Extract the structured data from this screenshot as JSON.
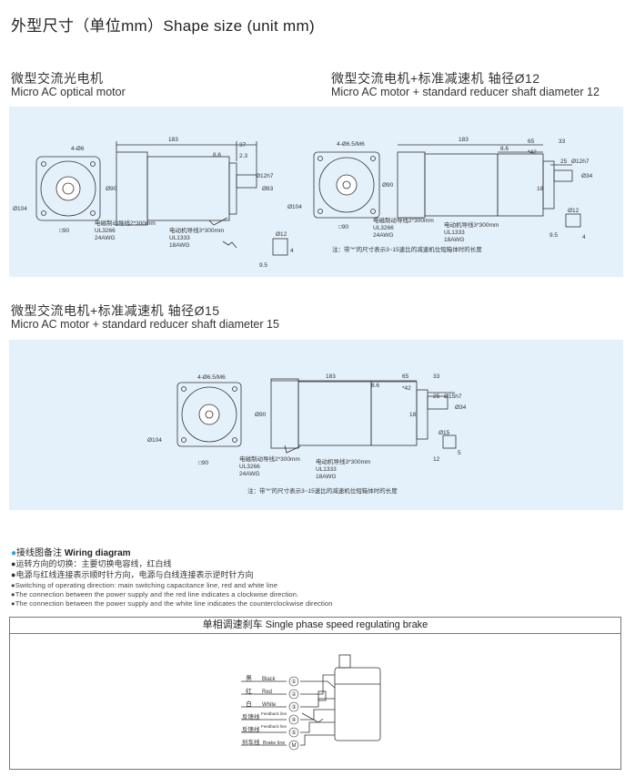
{
  "title": "外型尺寸（单位mm）Shape size (unit mm)",
  "sections": {
    "optical": {
      "cn": "微型交流光电机",
      "en": "Micro AC optical motor"
    },
    "reducer12": {
      "cn": "微型交流电机+标准减速机   轴径Ø12",
      "en": "Micro AC motor + standard reducer shaft diameter 12"
    },
    "reducer15": {
      "cn": "微型交流电机+标准减速机   轴径Ø15",
      "en": "Micro AC motor + standard reducer shaft diameter 15"
    }
  },
  "drawing1": {
    "holes": "4-Ø6",
    "diameter": "Ø104",
    "square": "□90",
    "length": "183",
    "dim_8_6": "8.6",
    "dim_37": "37",
    "dim_2_3": "2.3",
    "shaft": "Ø12h7",
    "body": "Ø90",
    "flange": "Ø83",
    "brake_wire": "电磁制动导线2*300mm",
    "brake_ul": "UL3266",
    "brake_awg": "24AWG",
    "motor_wire": "电动机导线3*300mm",
    "motor_ul": "UL1333",
    "motor_awg": "18AWG",
    "key_d": "Ø12",
    "key_w": "4",
    "key_h": "9.5"
  },
  "drawing2": {
    "holes": "4-Ø6.5/M6",
    "diameter": "Ø104",
    "square": "□90",
    "length": "183",
    "dim_8_6": "8.6",
    "dim_65": "65",
    "dim_42": "*42",
    "dim_33": "33",
    "dim_25": "25",
    "shaft": "Ø12h7",
    "body": "Ø90",
    "gear": "Ø34",
    "dim_18": "18",
    "brake_wire": "电磁制动导线2*300mm",
    "brake_ul": "UL3266",
    "brake_awg": "24AWG",
    "motor_wire": "电动机导线3*300mm",
    "motor_ul": "UL1333",
    "motor_awg": "18AWG",
    "key_d": "Ø12",
    "key_w": "4",
    "key_h": "9.5",
    "note": "注：带\"*\"的尺寸表示3~15速比的减速机位短箱体时的长度"
  },
  "drawing3": {
    "holes": "4-Ø6.5/M6",
    "diameter": "Ø104",
    "square": "□90",
    "length": "183",
    "dim_8_6": "8.6",
    "dim_65": "65",
    "dim_42": "*42",
    "dim_33": "33",
    "dim_25": "25",
    "shaft": "Ø15h7",
    "body": "Ø90",
    "gear": "Ø34",
    "dim_18": "18",
    "brake_wire": "电磁制动导线2*300mm",
    "brake_ul": "UL3266",
    "brake_awg": "24AWG",
    "motor_wire": "电动机导线3*300mm",
    "motor_ul": "UL1333",
    "motor_awg": "18AWG",
    "key_d": "Ø15",
    "key_w": "5",
    "key_h": "12",
    "note": "注：带\"*\"的尺寸表示3~15速比的减速机位短箱体时的长度"
  },
  "wiring": {
    "heading_cn": "接线图备注",
    "heading_en": "Wiring diagram",
    "lines_cn": [
      "运转方向的切换：主要切换电容线，红白线",
      "电源与红线连接表示顺时针方向，电源与白线连接表示逆时针方向"
    ],
    "lines_en": [
      "Switching of operating direction: main switching capacitance line, red and white line",
      "The connection between the power supply and the red line indicates a clockwise direction.",
      "The connection between the power supply and the white line indicates the counterclockwise direction"
    ],
    "box_title": "单相调速刹车 Single phase speed regulating brake",
    "wires": [
      {
        "cn": "黑",
        "en": "Black",
        "num": "①"
      },
      {
        "cn": "红",
        "en": "Red",
        "num": "②"
      },
      {
        "cn": "白",
        "en": "White",
        "num": "③"
      },
      {
        "cn": "反馈线",
        "en": "Feedback line",
        "num": "④"
      },
      {
        "cn": "反馈线",
        "en": "Feedback line",
        "num": "⑤"
      },
      {
        "cn": "刹车线",
        "en": "Brake line",
        "num": "M"
      }
    ]
  },
  "colors": {
    "panel": "#e4f1fb",
    "accent": "#2a9fd6",
    "line": "#333333"
  }
}
